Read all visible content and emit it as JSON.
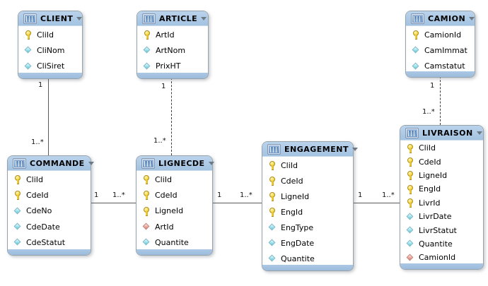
{
  "diagram": {
    "tables": [
      {
        "title": "CLIENT",
        "fields": [
          {
            "name": "CliId",
            "icon": "primary-key-icon"
          },
          {
            "name": "CliNom",
            "icon": "attribute-icon"
          },
          {
            "name": "CliSiret",
            "icon": "attribute-icon"
          }
        ]
      },
      {
        "title": "ARTICLE",
        "fields": [
          {
            "name": "ArtId",
            "icon": "primary-key-icon"
          },
          {
            "name": "ArtNom",
            "icon": "attribute-icon"
          },
          {
            "name": "PrixHT",
            "icon": "attribute-icon"
          }
        ]
      },
      {
        "title": "CAMION",
        "fields": [
          {
            "name": "CamionId",
            "icon": "primary-key-icon"
          },
          {
            "name": "CamImmat",
            "icon": "attribute-icon"
          },
          {
            "name": "Camstatut",
            "icon": "attribute-icon"
          }
        ]
      },
      {
        "title": "COMMANDE",
        "fields": [
          {
            "name": "CliId",
            "icon": "primary-key-icon"
          },
          {
            "name": "CdeId",
            "icon": "primary-key-icon"
          },
          {
            "name": "CdeNo",
            "icon": "attribute-icon"
          },
          {
            "name": "CdeDate",
            "icon": "attribute-icon"
          },
          {
            "name": "CdeStatut",
            "icon": "attribute-icon"
          }
        ]
      },
      {
        "title": "LIGNECDE",
        "fields": [
          {
            "name": "CliId",
            "icon": "primary-key-icon"
          },
          {
            "name": "CdeId",
            "icon": "primary-key-icon"
          },
          {
            "name": "LigneId",
            "icon": "primary-key-icon"
          },
          {
            "name": "ArtId",
            "icon": "foreign-key-icon"
          },
          {
            "name": "Quantite",
            "icon": "attribute-icon"
          }
        ]
      },
      {
        "title": "ENGAGEMENT",
        "fields": [
          {
            "name": "CliId",
            "icon": "primary-key-icon"
          },
          {
            "name": "CdeId",
            "icon": "primary-key-icon"
          },
          {
            "name": "LigneId",
            "icon": "primary-key-icon"
          },
          {
            "name": "EngId",
            "icon": "primary-key-icon"
          },
          {
            "name": "EngType",
            "icon": "attribute-icon"
          },
          {
            "name": "EngDate",
            "icon": "attribute-icon"
          },
          {
            "name": "Quantite",
            "icon": "attribute-icon"
          }
        ]
      },
      {
        "title": "LIVRAISON",
        "fields": [
          {
            "name": "CliId",
            "icon": "primary-key-icon"
          },
          {
            "name": "CdeId",
            "icon": "primary-key-icon"
          },
          {
            "name": "LigneId",
            "icon": "primary-key-icon"
          },
          {
            "name": "EngId",
            "icon": "primary-key-icon"
          },
          {
            "name": "LivrId",
            "icon": "primary-key-icon"
          },
          {
            "name": "LivrDate",
            "icon": "attribute-icon"
          },
          {
            "name": "LivrStatut",
            "icon": "attribute-icon"
          },
          {
            "name": "Quantite",
            "icon": "attribute-icon"
          },
          {
            "name": "CamionId",
            "icon": "foreign-key-icon"
          }
        ]
      }
    ],
    "relations": [
      {
        "from": "CLIENT",
        "to": "COMMANDE",
        "style": "solid",
        "label_from": "1",
        "label_to": "1..*"
      },
      {
        "from": "ARTICLE",
        "to": "LIGNECDE",
        "style": "dashed",
        "label_from": "1",
        "label_to": "1..*"
      },
      {
        "from": "CAMION",
        "to": "LIVRAISON",
        "style": "dashed",
        "label_from": "1",
        "label_to": "1..*"
      },
      {
        "from": "COMMANDE",
        "to": "LIGNECDE",
        "style": "solid",
        "label_from": "1",
        "label_to": "1..*"
      },
      {
        "from": "LIGNECDE",
        "to": "ENGAGEMENT",
        "style": "solid",
        "label_from": "1",
        "label_to": "1..*"
      },
      {
        "from": "ENGAGEMENT",
        "to": "LIVRAISON",
        "style": "solid",
        "label_from": "1",
        "label_to": "1..*"
      }
    ],
    "colors": {
      "table_header": "#a9c6e3",
      "table_body": "#ffffff",
      "table_border": "#97a3ab",
      "primary_key": "#f2d53c",
      "attribute": "#9ce2ee",
      "foreign_key": "#efa89e",
      "relation_line": "#5a5a5a"
    }
  }
}
